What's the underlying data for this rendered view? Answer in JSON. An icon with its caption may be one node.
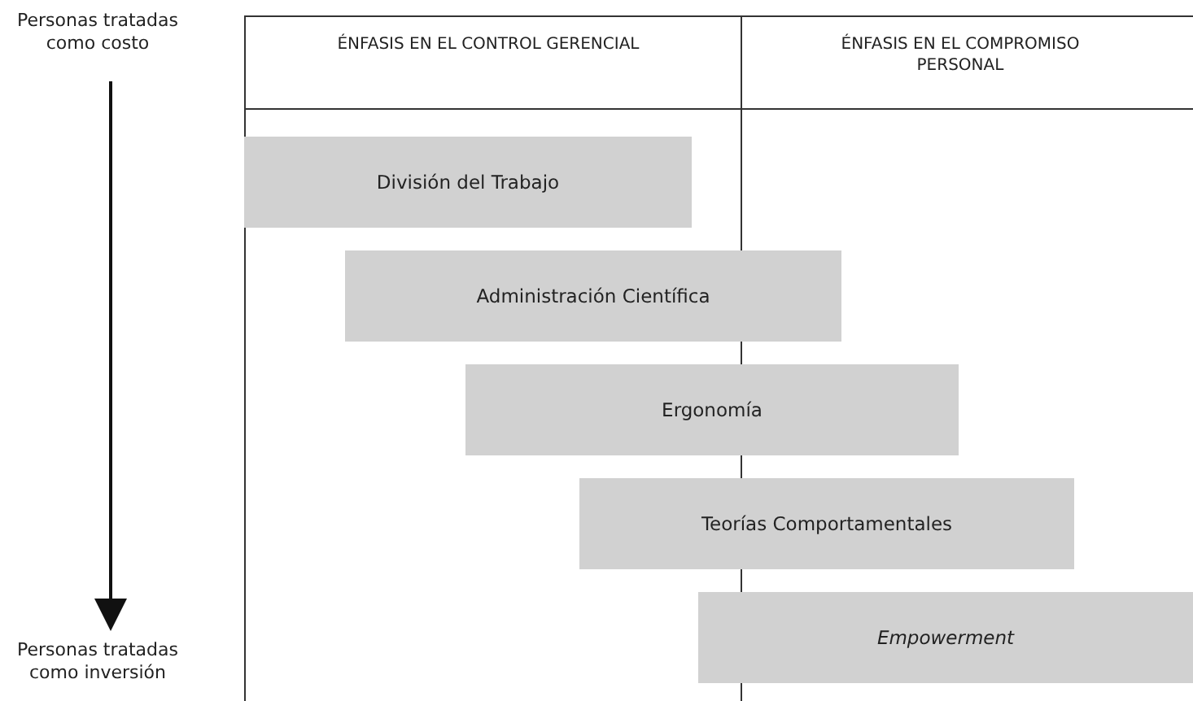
{
  "diagram": {
    "nodes": [
      {
        "text": [
          "División del Trabajo"
        ]
      },
      {
        "text": [
          "Administración Científica"
        ]
      },
      {
        "text": [
          "Ergonomía"
        ]
      },
      {
        "text": [
          "Teorías Comportamentales"
        ]
      },
      {
        "text": [
          "Empowerment"
        ]
      }
    ],
    "labels": [
      "Personas tratadas como costo",
      "ÉNFASIS EN EL CONTROL GERENCIAL",
      "ÉNFASIS EN EL COMPROMISO PERSONAL",
      "Personas tratadas como inversión"
    ]
  }
}
